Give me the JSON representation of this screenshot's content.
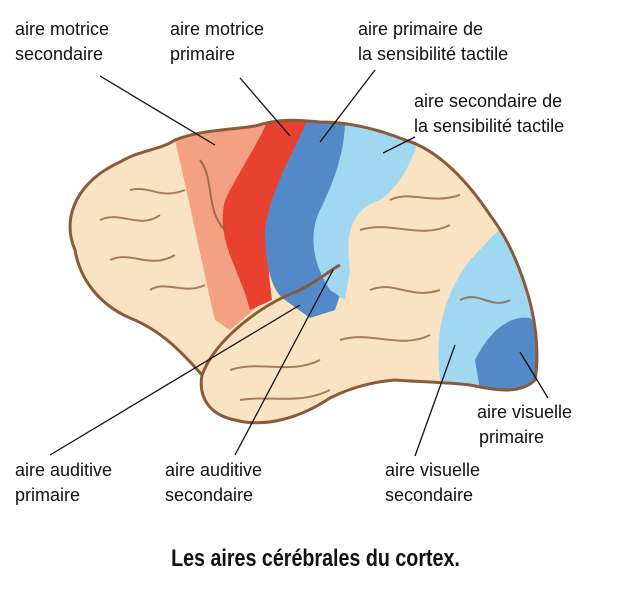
{
  "labels": {
    "motor_secondary": [
      "aire motrice",
      "secondaire"
    ],
    "motor_primary": [
      "aire motrice",
      "primaire"
    ],
    "somato_primary": [
      "aire primaire de",
      "la sensibilité tactile"
    ],
    "somato_secondary": [
      "aire secondaire de",
      "la sensibilité tactile"
    ],
    "auditory_primary": [
      "aire auditive",
      "primaire"
    ],
    "auditory_secondary": [
      "aire auditive",
      "secondaire"
    ],
    "visual_secondary": [
      "aire visuelle",
      "secondaire"
    ],
    "visual_primary": [
      "aire visuelle",
      "primaire"
    ]
  },
  "caption": "Les aires cérébrales du cortex.",
  "colors": {
    "brain": "#FAE3C2",
    "outline": "#8A5A3A",
    "motor_secondary": "#F4A183",
    "motor_primary": "#E9412F",
    "somato_primary": "#5289C6",
    "somato_secondary": "#A0D8F1"
  }
}
